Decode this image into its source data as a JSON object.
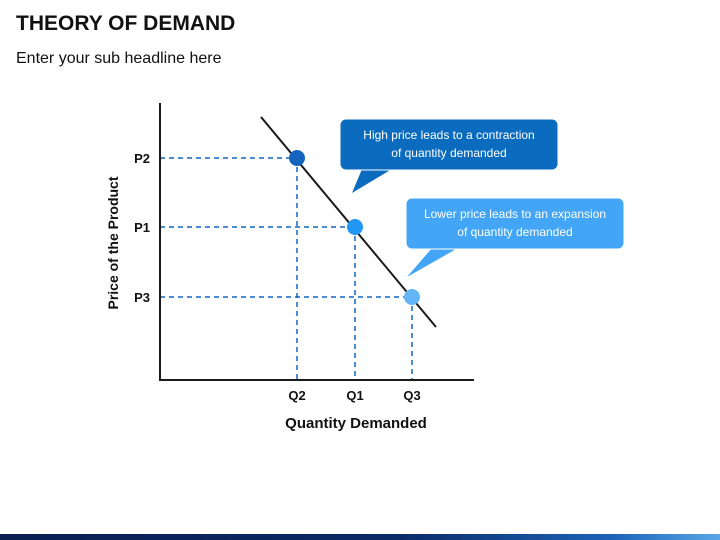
{
  "header": {
    "title": "THEORY OF DEMAND",
    "subtitle": "Enter your sub headline here"
  },
  "diagram": {
    "y_axis_label": "Price of the Product",
    "x_axis_label": "Quantity Demanded",
    "price_levels": [
      "P2",
      "P1",
      "P3"
    ],
    "quantity_levels": [
      "Q2",
      "Q1",
      "Q3"
    ],
    "points": [
      {
        "price": "P2",
        "quantity": "Q2",
        "color": "#1565C0"
      },
      {
        "price": "P1",
        "quantity": "Q1",
        "color": "#2196F3"
      },
      {
        "price": "P3",
        "quantity": "Q3",
        "color": "#64B5F6"
      }
    ],
    "callouts": [
      {
        "lines": [
          "High price leads to a contraction",
          "of quantity demanded"
        ],
        "color": "#0B6BBE"
      },
      {
        "lines": [
          "Lower price leads to an expansion",
          "of quantity demanded"
        ],
        "color": "#42A5F5"
      }
    ]
  },
  "colors": {
    "dashed_line": "#1565C0",
    "axis": "#1a1a1a"
  }
}
